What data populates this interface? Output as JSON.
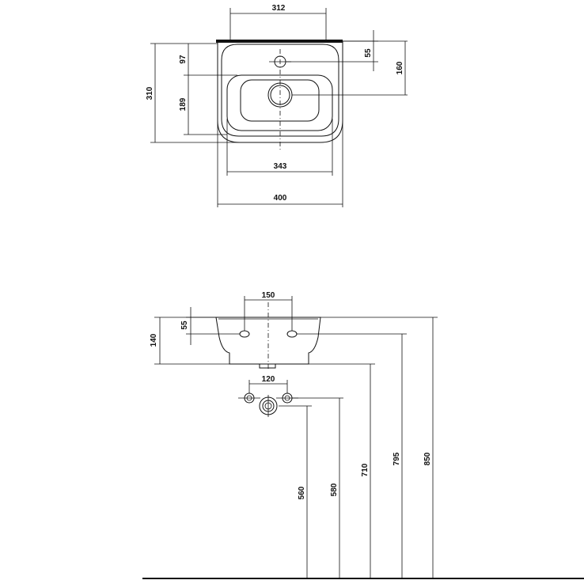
{
  "top_view": {
    "dimensions": {
      "tap_hole_span": "312",
      "tap_hole_offset": "55",
      "tap_to_drain": "160",
      "overall_depth": "310",
      "rim_to_bowl": "97",
      "bowl_depth": "189",
      "bowl_width": "343",
      "overall_width": "400"
    }
  },
  "front_view": {
    "dimensions": {
      "fixing_span": "150",
      "fixing_height": "55",
      "basin_height": "140",
      "supply_span": "120",
      "supply_height_1": "560",
      "supply_height_2": "580",
      "underside_height": "710",
      "fixing_height_floor": "795",
      "rim_height": "850"
    }
  }
}
